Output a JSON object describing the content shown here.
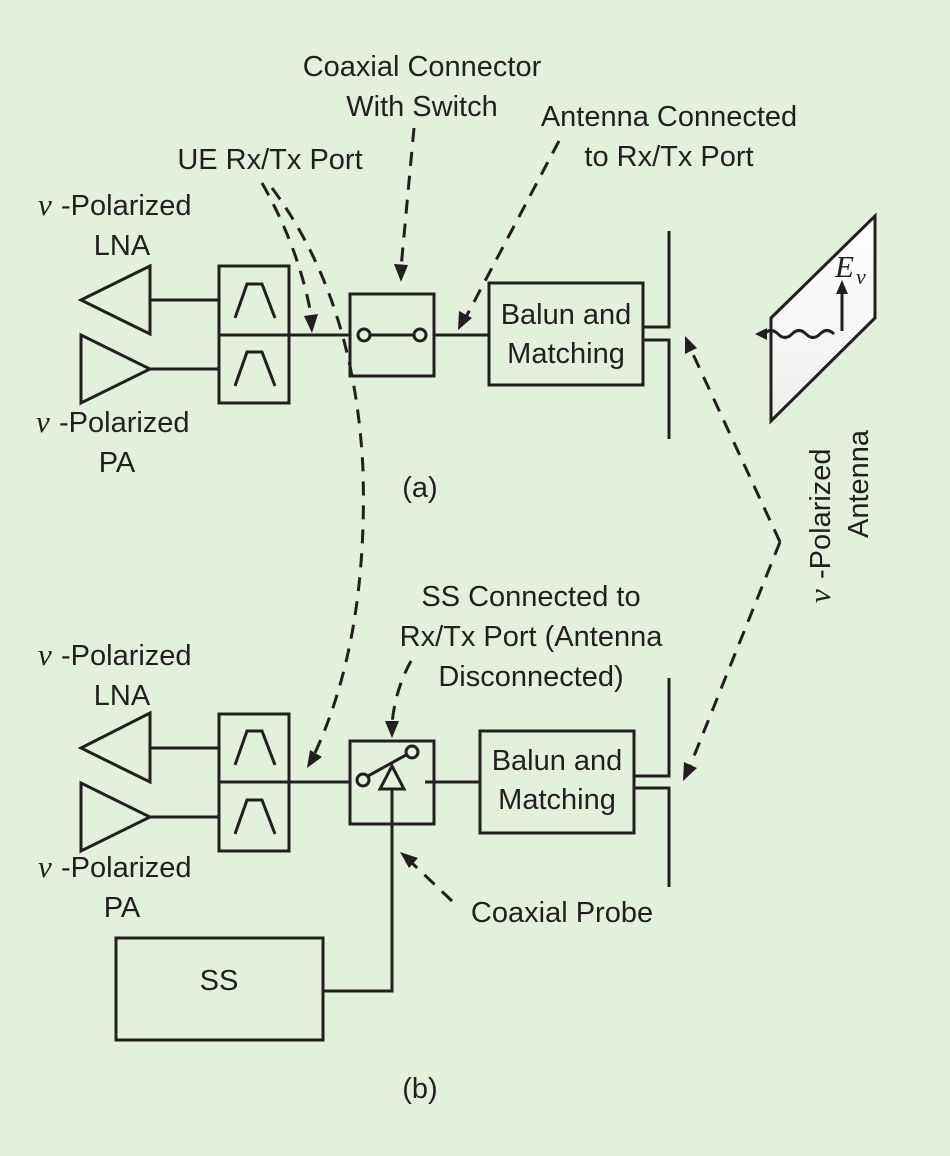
{
  "figure": {
    "panel_a": {
      "caption": "(a)",
      "lna_label": {
        "symbol": "ν",
        "line1": "-Polarized",
        "line2": "LNA"
      },
      "pa_label": {
        "symbol": "ν",
        "line1": "-Polarized",
        "line2": "PA"
      },
      "port_label": "UE Rx/Tx Port",
      "connector_label": {
        "line1": "Coaxial Connector",
        "line2": "With Switch"
      },
      "antenna_conn_label": {
        "line1": "Antenna Connected",
        "line2": "to Rx/Tx Port"
      },
      "balun_label": {
        "line1": "Balun and",
        "line2": "Matching"
      },
      "field_label": {
        "main": "E",
        "sub": "ν"
      }
    },
    "panel_b": {
      "caption": "(b)",
      "lna_label": {
        "symbol": "ν",
        "line1": "-Polarized",
        "line2": "LNA"
      },
      "pa_label": {
        "symbol": "ν",
        "line1": "-Polarized",
        "line2": "PA"
      },
      "ss_conn_label": {
        "line1": "SS Connected to",
        "line2": "Rx/Tx Port (Antenna",
        "line3": "Disconnected)"
      },
      "balun_label": {
        "line1": "Balun and",
        "line2": "Matching"
      },
      "probe_label": "Coaxial Probe",
      "ss_box_label": "SS"
    },
    "shared": {
      "antenna_label": {
        "symbol": "ν",
        "line1": "-Polarized",
        "line2": "Antenna"
      }
    },
    "colors": {
      "background": "#e3f0de",
      "ink": "#231f20",
      "wavefront": "#ffffff"
    }
  }
}
